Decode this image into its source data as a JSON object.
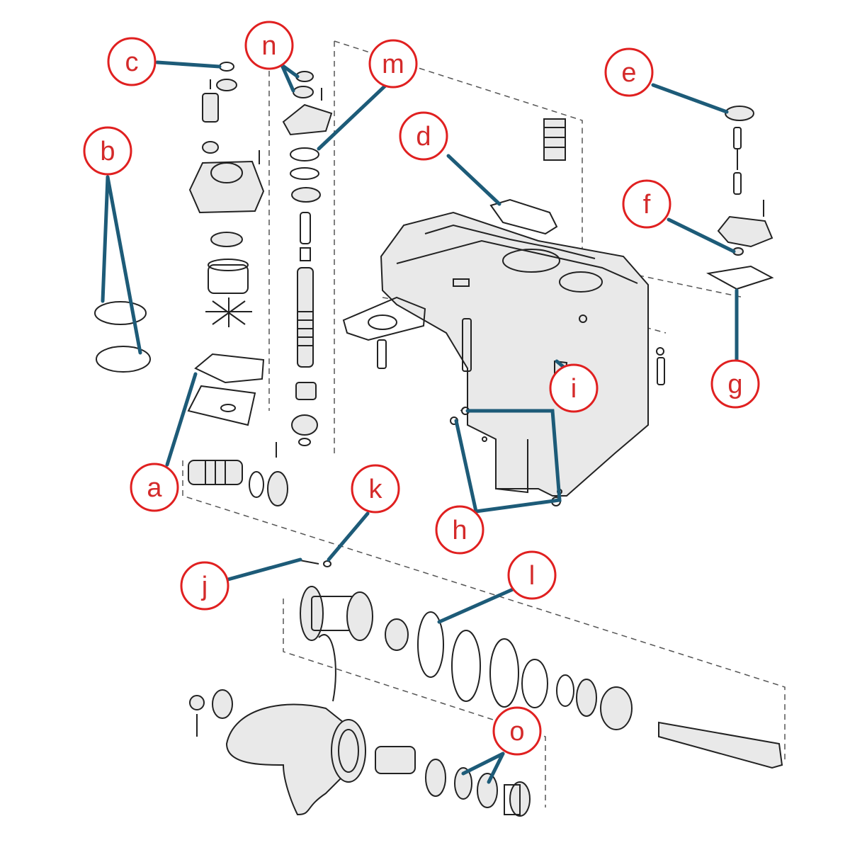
{
  "labels": [
    {
      "id": "a",
      "text": "a"
    },
    {
      "id": "b",
      "text": "b"
    },
    {
      "id": "c",
      "text": "c"
    },
    {
      "id": "d",
      "text": "d"
    },
    {
      "id": "e",
      "text": "e"
    },
    {
      "id": "f",
      "text": "f"
    },
    {
      "id": "g",
      "text": "g"
    },
    {
      "id": "h",
      "text": "h"
    },
    {
      "id": "i",
      "text": "i"
    },
    {
      "id": "j",
      "text": "j"
    },
    {
      "id": "k",
      "text": "k"
    },
    {
      "id": "l",
      "text": "l"
    },
    {
      "id": "m",
      "text": "m"
    },
    {
      "id": "n",
      "text": "n"
    },
    {
      "id": "o",
      "text": "o"
    }
  ],
  "colors": {
    "label_ring": "#e02020",
    "label_text": "#d42a2a",
    "leader": "#1d5b78",
    "line_art": "#222222"
  }
}
